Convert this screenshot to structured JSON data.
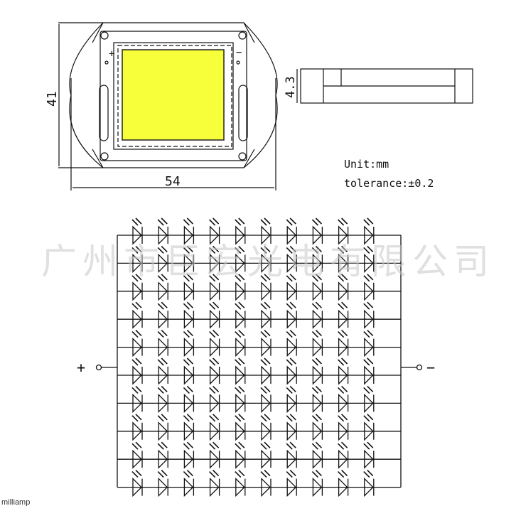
{
  "top_view": {
    "height_dim": "41",
    "width_dim": "54",
    "plus_mark": "+",
    "minus_mark": "−",
    "emitter_color": "#f7ff3a"
  },
  "side_view": {
    "thickness_dim": "4.3"
  },
  "notes": {
    "unit": "Unit:mm",
    "tolerance": "tolerance:±0.2"
  },
  "schematic": {
    "rows": 10,
    "columns": 10,
    "positive_terminal": "+",
    "negative_terminal": "−"
  },
  "watermark": "广州市巨宏光电有限公司",
  "footer_partial": "milliamp"
}
